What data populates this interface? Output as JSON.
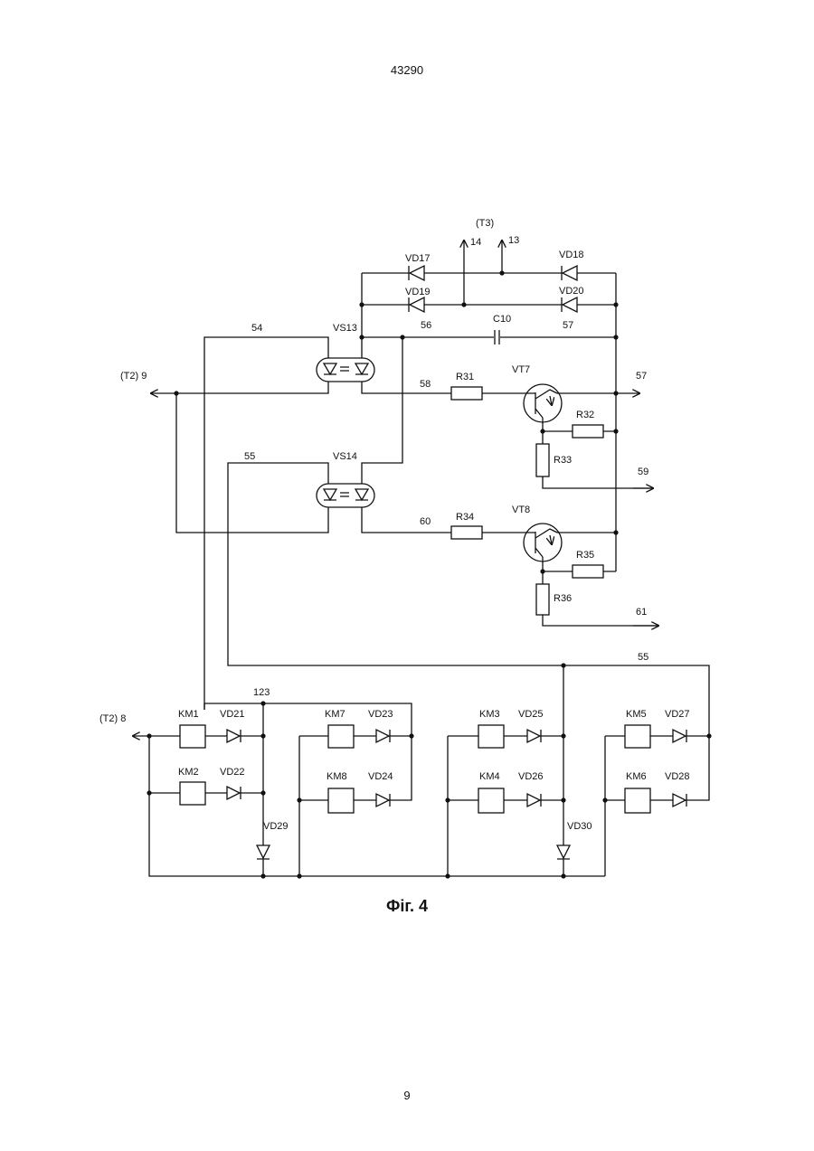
{
  "document": {
    "number": "43290",
    "page": "9"
  },
  "figure": {
    "caption": "Фіг. 4",
    "labels": {
      "t3": "(T3)",
      "t2_9": "(T2)  9",
      "t2_8": "(T2)  8",
      "n14": "14",
      "n13": "13",
      "n54": "54",
      "n55a": "55",
      "n55b": "55",
      "n56": "56",
      "n57a": "57",
      "n57b": "57",
      "n58": "58",
      "n59": "59",
      "n60": "60",
      "n61": "61",
      "n123": "123",
      "vs13": "VS13",
      "vs14": "VS14",
      "vt7": "VT7",
      "vt8": "VT8",
      "c10": "C10",
      "r31": "R31",
      "r32": "R32",
      "r33": "R33",
      "r34": "R34",
      "r35": "R35",
      "r36": "R36",
      "vd17": "VD17",
      "vd18": "VD18",
      "vd19": "VD19",
      "vd20": "VD20",
      "km1": "KM1",
      "km2": "KM2",
      "km3": "KM3",
      "km4": "KM4",
      "km5": "KM5",
      "km6": "KM6",
      "km7": "KM7",
      "km8": "KM8",
      "vd21": "VD21",
      "vd22": "VD22",
      "vd23": "VD23",
      "vd24": "VD24",
      "vd25": "VD25",
      "vd26": "VD26",
      "vd27": "VD27",
      "vd28": "VD28",
      "vd29": "VD29",
      "vd30": "VD30"
    }
  }
}
